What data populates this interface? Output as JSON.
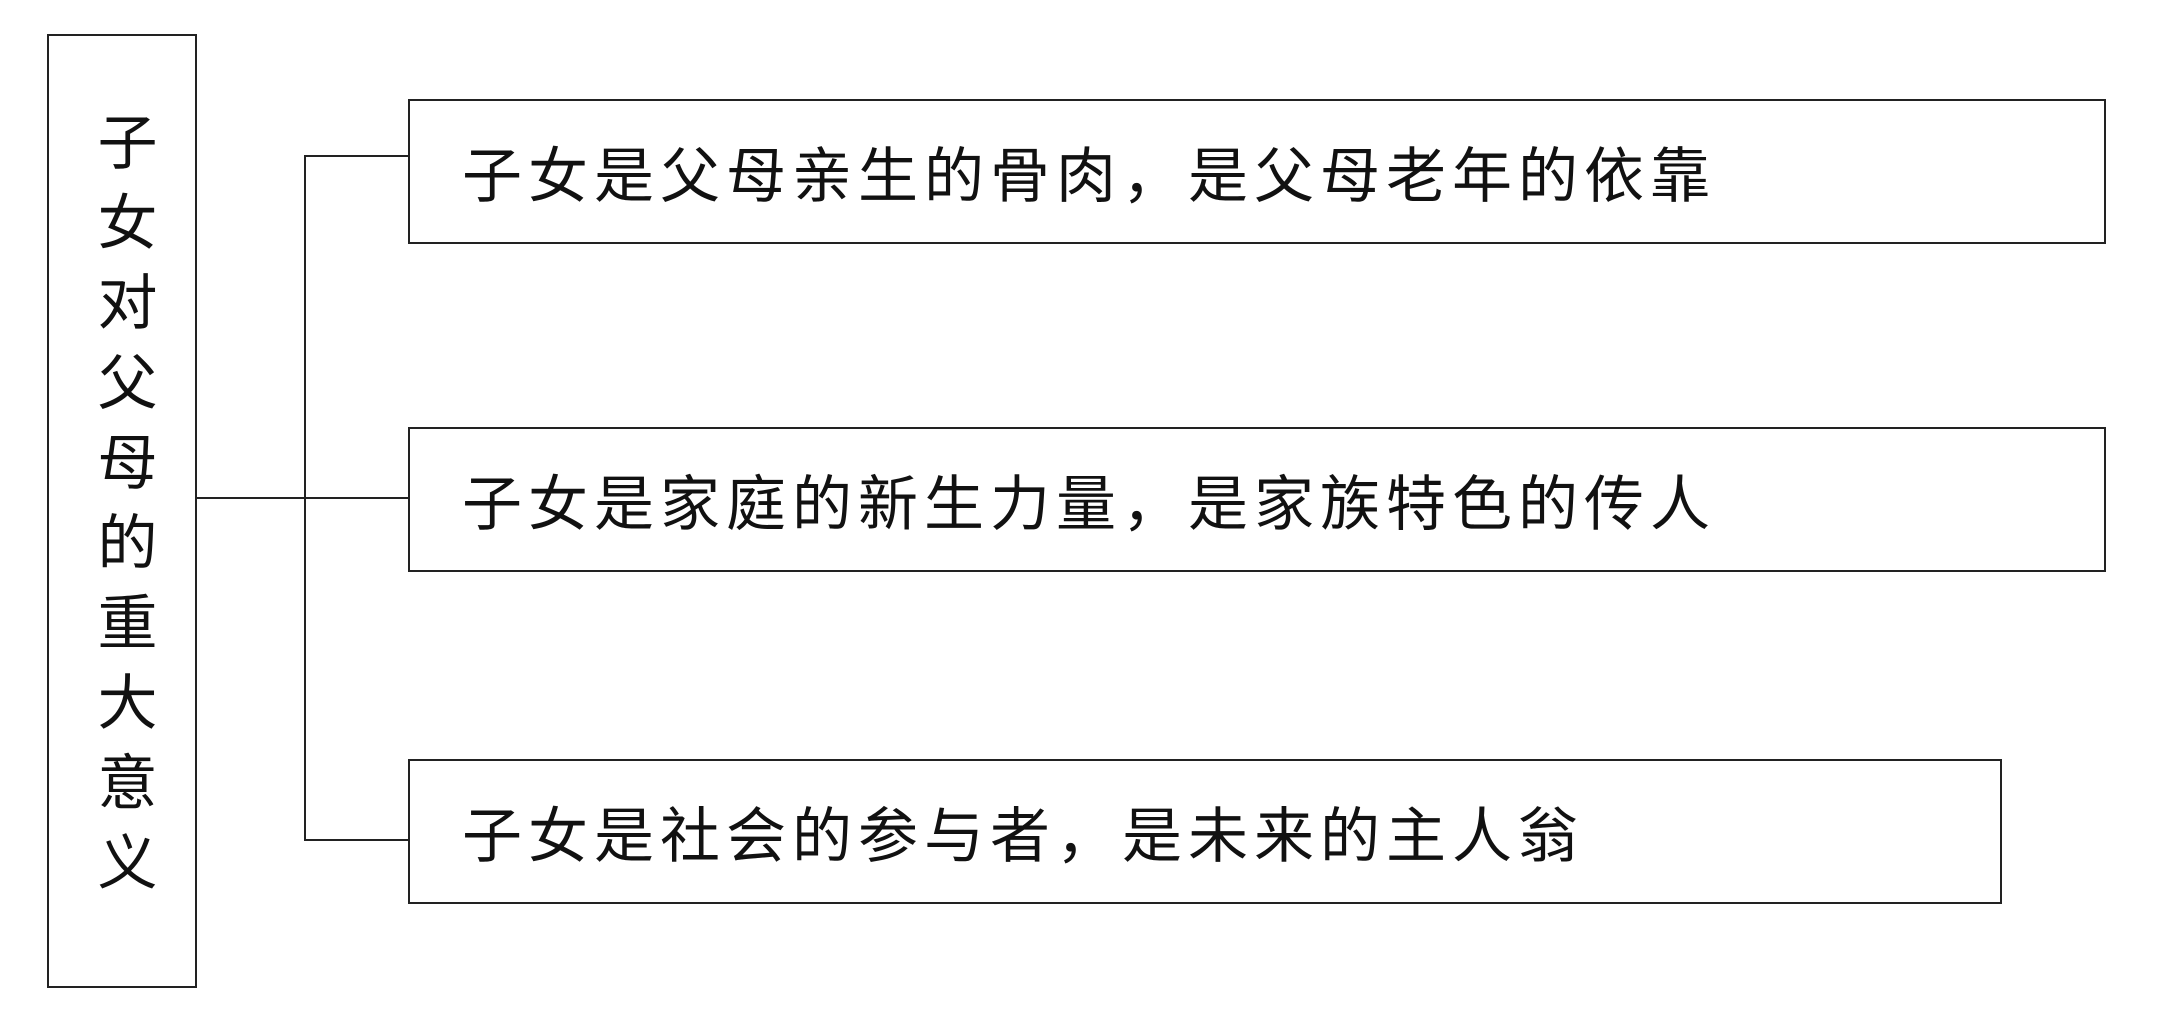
{
  "root": {
    "label": "子女对父母的重大意义"
  },
  "items": [
    {
      "label": "子女是父母亲生的骨肉，是父母老年的依靠"
    },
    {
      "label": "子女是家庭的新生力量，是家族特色的传人"
    },
    {
      "label": "子女是社会的参与者，是未来的主人翁"
    }
  ]
}
